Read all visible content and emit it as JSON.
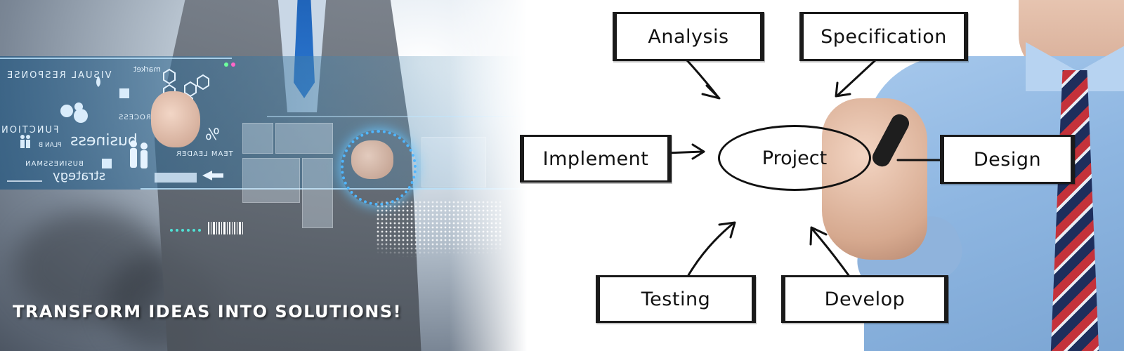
{
  "tagline": "TRANSFORM IDEAS INTO SOLUTIONS!",
  "hud": {
    "labels": [
      "VISUAL RESPONSE",
      "FUNCTION",
      "business",
      "PLAN B",
      "BUSINESSMAN",
      "strategy",
      "market",
      "THOUGHT PROCESS",
      "TEAM LEADER",
      "%"
    ]
  },
  "diagram": {
    "center": "Project",
    "nodes": {
      "analysis": "Analysis",
      "specification": "Specification",
      "implement": "Implement",
      "design": "Design",
      "testing": "Testing",
      "develop": "Develop"
    }
  },
  "colors": {
    "ink": "#111111",
    "hud_blue": "#4fb6ff",
    "shirt_blue": "#8eb6e1",
    "tie_red": "#c4323a",
    "tie_navy": "#1e2e5c"
  }
}
